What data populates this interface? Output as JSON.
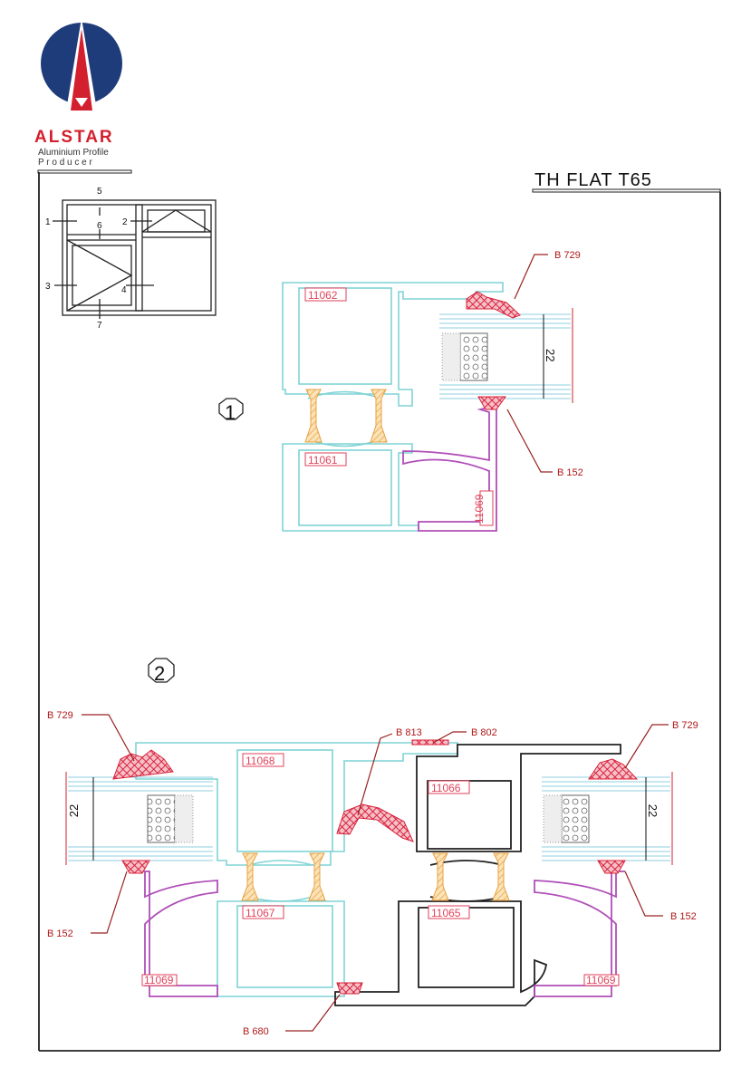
{
  "brand": {
    "name": "ALSTAR",
    "tagline_1": "Aluminium Profile",
    "tagline_2": "P r o d u c e r"
  },
  "title": "TH FLAT T65",
  "key_diagram": {
    "labels": [
      "1",
      "2",
      "3",
      "4",
      "5",
      "6",
      "7"
    ]
  },
  "section_1": {
    "number": "1",
    "profiles": [
      "11062",
      "11061",
      "11069"
    ],
    "gaskets": [
      "B 729",
      "B 152"
    ],
    "glass_thickness": "22"
  },
  "section_2": {
    "number": "2",
    "profiles": [
      "11068",
      "11067",
      "11066",
      "11065",
      "11069",
      "11069"
    ],
    "gaskets": [
      "B 729",
      "B 813",
      "B 802",
      "B 729",
      "B 152",
      "B 152",
      "B 680"
    ],
    "glass_thickness_left": "22",
    "glass_thickness_right": "22"
  },
  "colors": {
    "brand_blue": "#1f3c7a",
    "brand_red": "#d3202e",
    "profile": "#7fd3d6",
    "glazing_bead": "#b04fb8",
    "gasket": "#e0425a",
    "thermal_break": "#e8a040"
  }
}
